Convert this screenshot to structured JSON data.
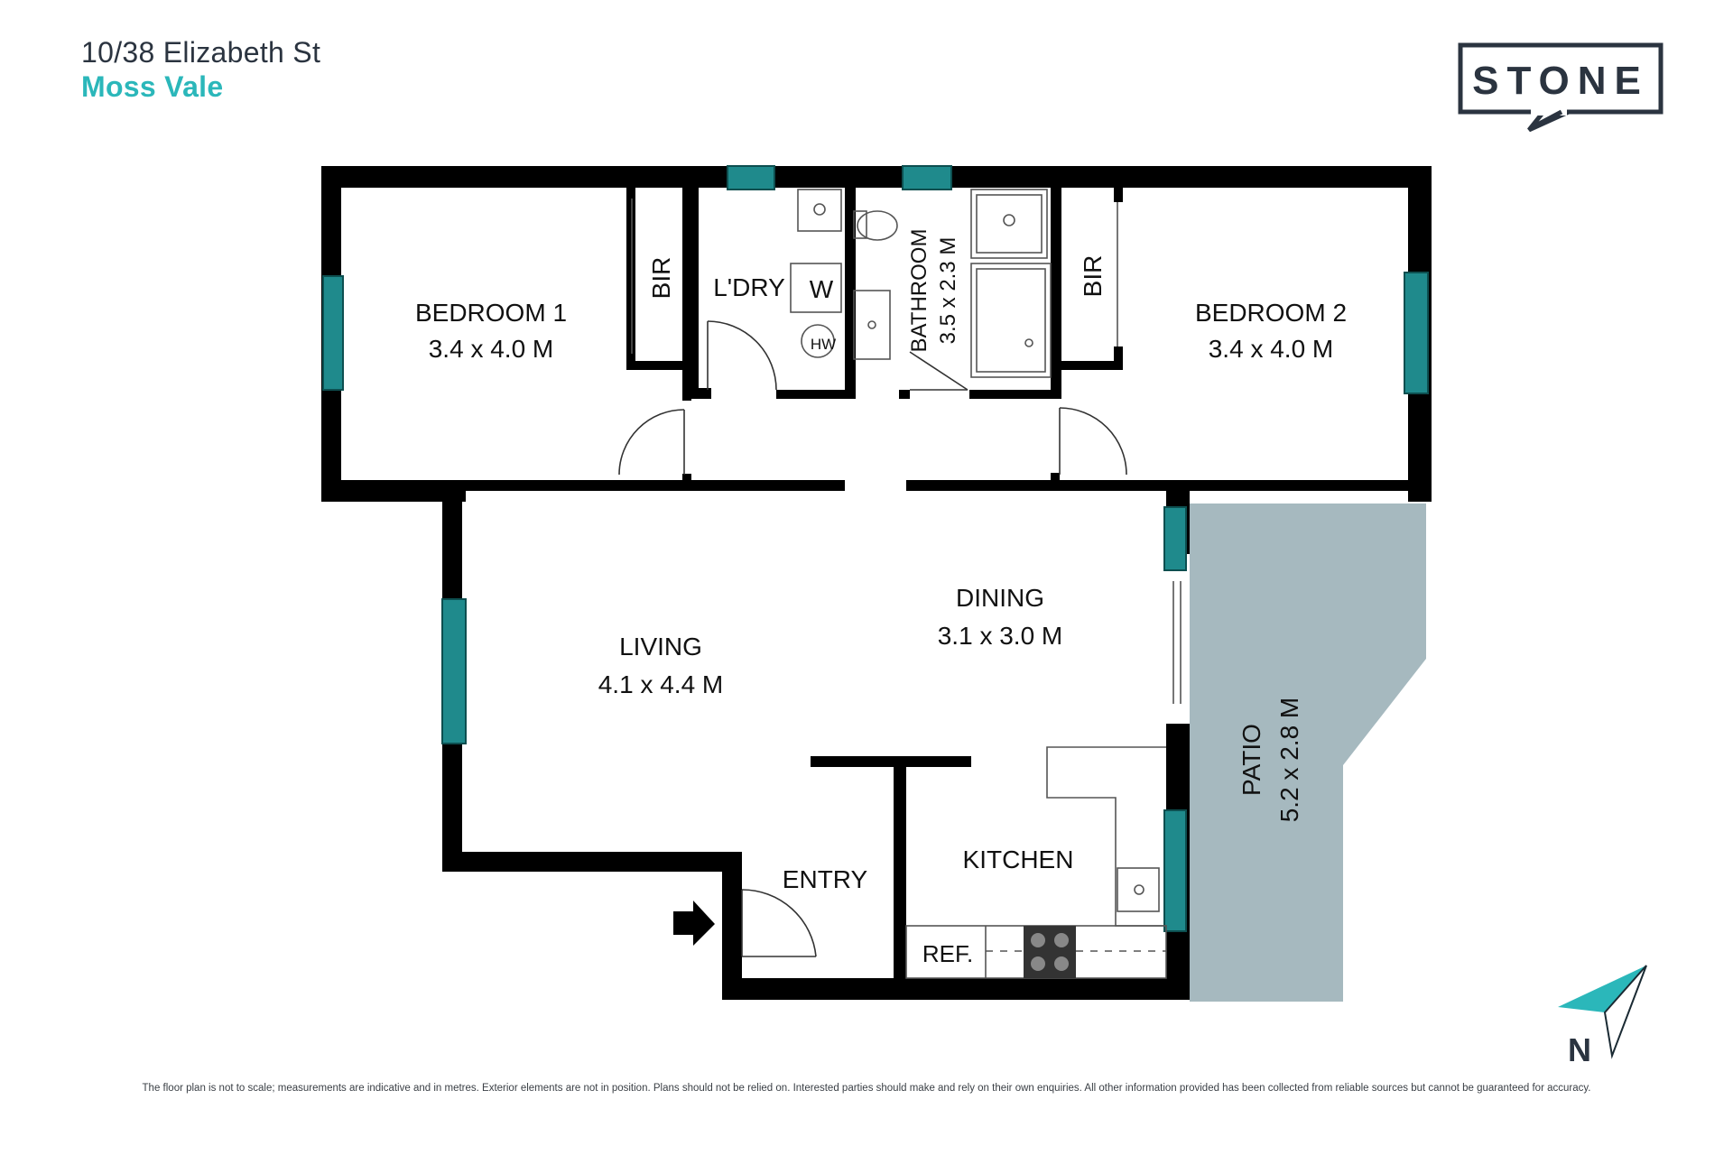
{
  "header": {
    "address_line": "10/38 Elizabeth St",
    "suburb": "Moss Vale"
  },
  "logo": {
    "text": "STONE"
  },
  "rooms": {
    "bedroom1": {
      "name": "BEDROOM 1",
      "size": "3.4 x 4.0 M"
    },
    "bedroom2": {
      "name": "BEDROOM 2",
      "size": "3.4 x 4.0 M"
    },
    "bir_left": "BIR",
    "bir_right": "BIR",
    "laundry": "L'DRY",
    "washer": "W",
    "hot_water": "HW",
    "bathroom": {
      "name": "BATHROOM",
      "size": "3.5 x 2.3 M"
    },
    "living": {
      "name": "LIVING",
      "size": "4.1 x 4.4 M"
    },
    "dining": {
      "name": "DINING",
      "size": "3.1 x 3.0 M"
    },
    "kitchen": "KITCHEN",
    "entry": "ENTRY",
    "fridge": "REF.",
    "patio": {
      "name": "PATIO",
      "size": "5.2 x 2.8 M"
    }
  },
  "compass": {
    "label": "N"
  },
  "disclaimer": "The floor plan is not to scale; measurements are indicative and in metres. Exterior elements are not in position. Plans should not be relied on. Interested parties should make and rely on their own enquiries. All other information provided has been collected from reliable sources but cannot be guaranteed for accuracy.",
  "colors": {
    "wall": "#000000",
    "window": "#1f8a8c",
    "patio": "#a6b9bf",
    "accent": "#2bb7ba",
    "logo": "#2b3440"
  }
}
